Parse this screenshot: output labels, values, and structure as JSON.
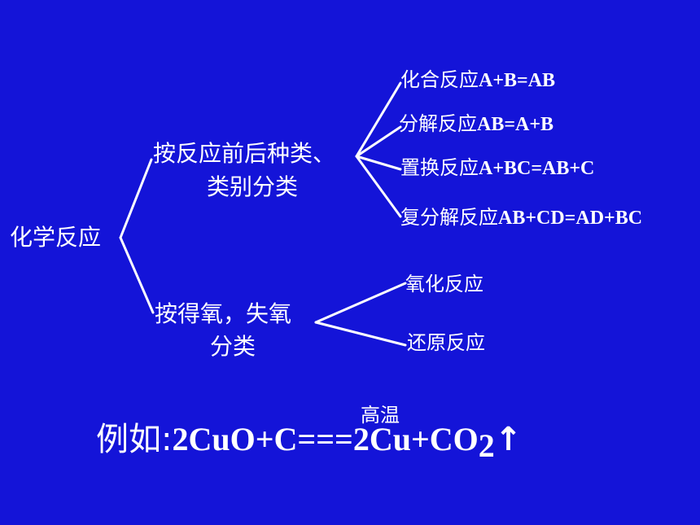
{
  "root": {
    "label": "化学反应"
  },
  "branch1": {
    "line1": "按反应前后种类、",
    "line2": "类别分类",
    "leaves": [
      {
        "zh": "化合反应",
        "formula": "A+B=AB"
      },
      {
        "zh": "分解反应",
        "formula": "AB=A+B"
      },
      {
        "zh": "置换反应",
        "formula": "A+BC=AB+C"
      },
      {
        "zh": "复分解反应",
        "formula": "AB+CD=AD+BC"
      }
    ]
  },
  "branch2": {
    "line1": "按得氧，失氧",
    "line2": "分类",
    "leaves": [
      {
        "zh": "氧化反应"
      },
      {
        "zh": "还原反应"
      }
    ]
  },
  "example": {
    "prefix": "例如:",
    "left": "2CuO+C",
    "arrow": "===",
    "condition": "高温",
    "right": "2Cu+CO",
    "subscript": "2",
    "gas_mark": "↑"
  }
}
